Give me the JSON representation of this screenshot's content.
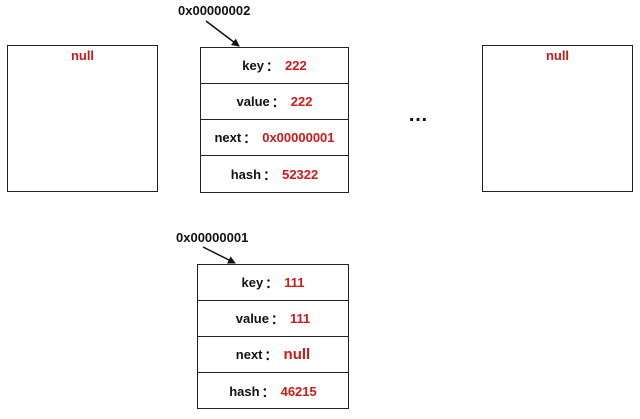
{
  "bucket_left": {
    "text": "null"
  },
  "bucket_right": {
    "text": "null"
  },
  "ellipsis": "…",
  "node_top": {
    "address": "0x00000002",
    "rows": [
      {
        "label": "key",
        "sep": "：",
        "value": "222"
      },
      {
        "label": "value",
        "sep": "：",
        "value": "222"
      },
      {
        "label": "next",
        "sep": "：",
        "value": "0x00000001"
      },
      {
        "label": "hash",
        "sep": "：",
        "value": "52322"
      }
    ]
  },
  "node_bottom": {
    "address": "0x00000001",
    "rows": [
      {
        "label": "key",
        "sep": "：",
        "value": "111"
      },
      {
        "label": "value",
        "sep": "：",
        "value": "111"
      },
      {
        "label": "next",
        "sep": "：",
        "value": "null"
      },
      {
        "label": "hash",
        "sep": "：",
        "value": "46215"
      }
    ]
  },
  "colors": {
    "value_red": "#d01818",
    "border": "#222222",
    "text": "#111111"
  }
}
